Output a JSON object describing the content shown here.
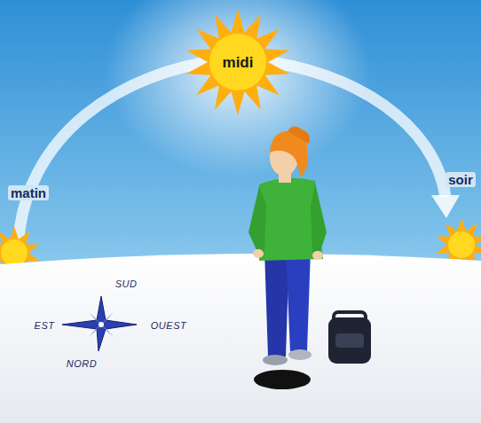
{
  "diagram": {
    "nodes": [
      {
        "text": [
          "midi"
        ]
      }
    ],
    "labels": [
      "matin",
      "soir",
      "SUD",
      "EST",
      "OUEST",
      "NORD"
    ]
  }
}
